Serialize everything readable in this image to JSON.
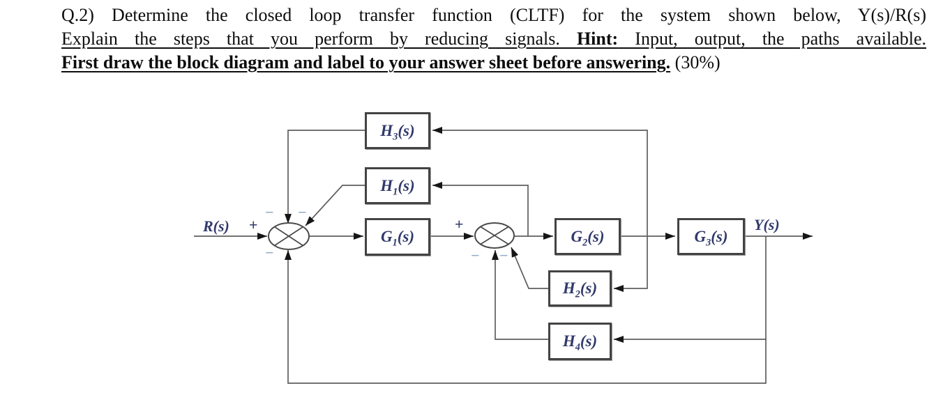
{
  "question": {
    "line1": "Q.2) Determine the closed loop transfer function (CLTF) for the system shown below, Y(s)/R(s)",
    "line2_text": "Explain the steps that you perform by reducing signals. ",
    "line2_hint_label": "Hint:",
    "line2_rest": " Input, output, the paths available.",
    "line3_bold": "First draw the block diagram and label to your answer sheet before answering.",
    "line3_marks": " (30%)"
  },
  "diagram": {
    "input_label": "R(s)",
    "output_label": "Y(s)",
    "plus_sign": "+",
    "minus_sign": "−",
    "blocks": [
      {
        "name": "H3",
        "base": "H",
        "sub": "3",
        "arg": "(s)"
      },
      {
        "name": "H1",
        "base": "H",
        "sub": "1",
        "arg": "(s)"
      },
      {
        "name": "G1",
        "base": "G",
        "sub": "1",
        "arg": "(s)"
      },
      {
        "name": "G2",
        "base": "G",
        "sub": "2",
        "arg": "(s)"
      },
      {
        "name": "G3",
        "base": "G",
        "sub": "3",
        "arg": "(s)"
      },
      {
        "name": "H2",
        "base": "H",
        "sub": "2",
        "arg": "(s)"
      },
      {
        "name": "H4",
        "base": "H",
        "sub": "4",
        "arg": "(s)"
      }
    ],
    "colors": {
      "label_navy": "#31396b",
      "minus_blue": "#93aecb",
      "wire_gray": "#5e5e5e",
      "arrow_black": "#161616",
      "block_border": "#434343",
      "text_black": "#0d0d0d"
    }
  }
}
